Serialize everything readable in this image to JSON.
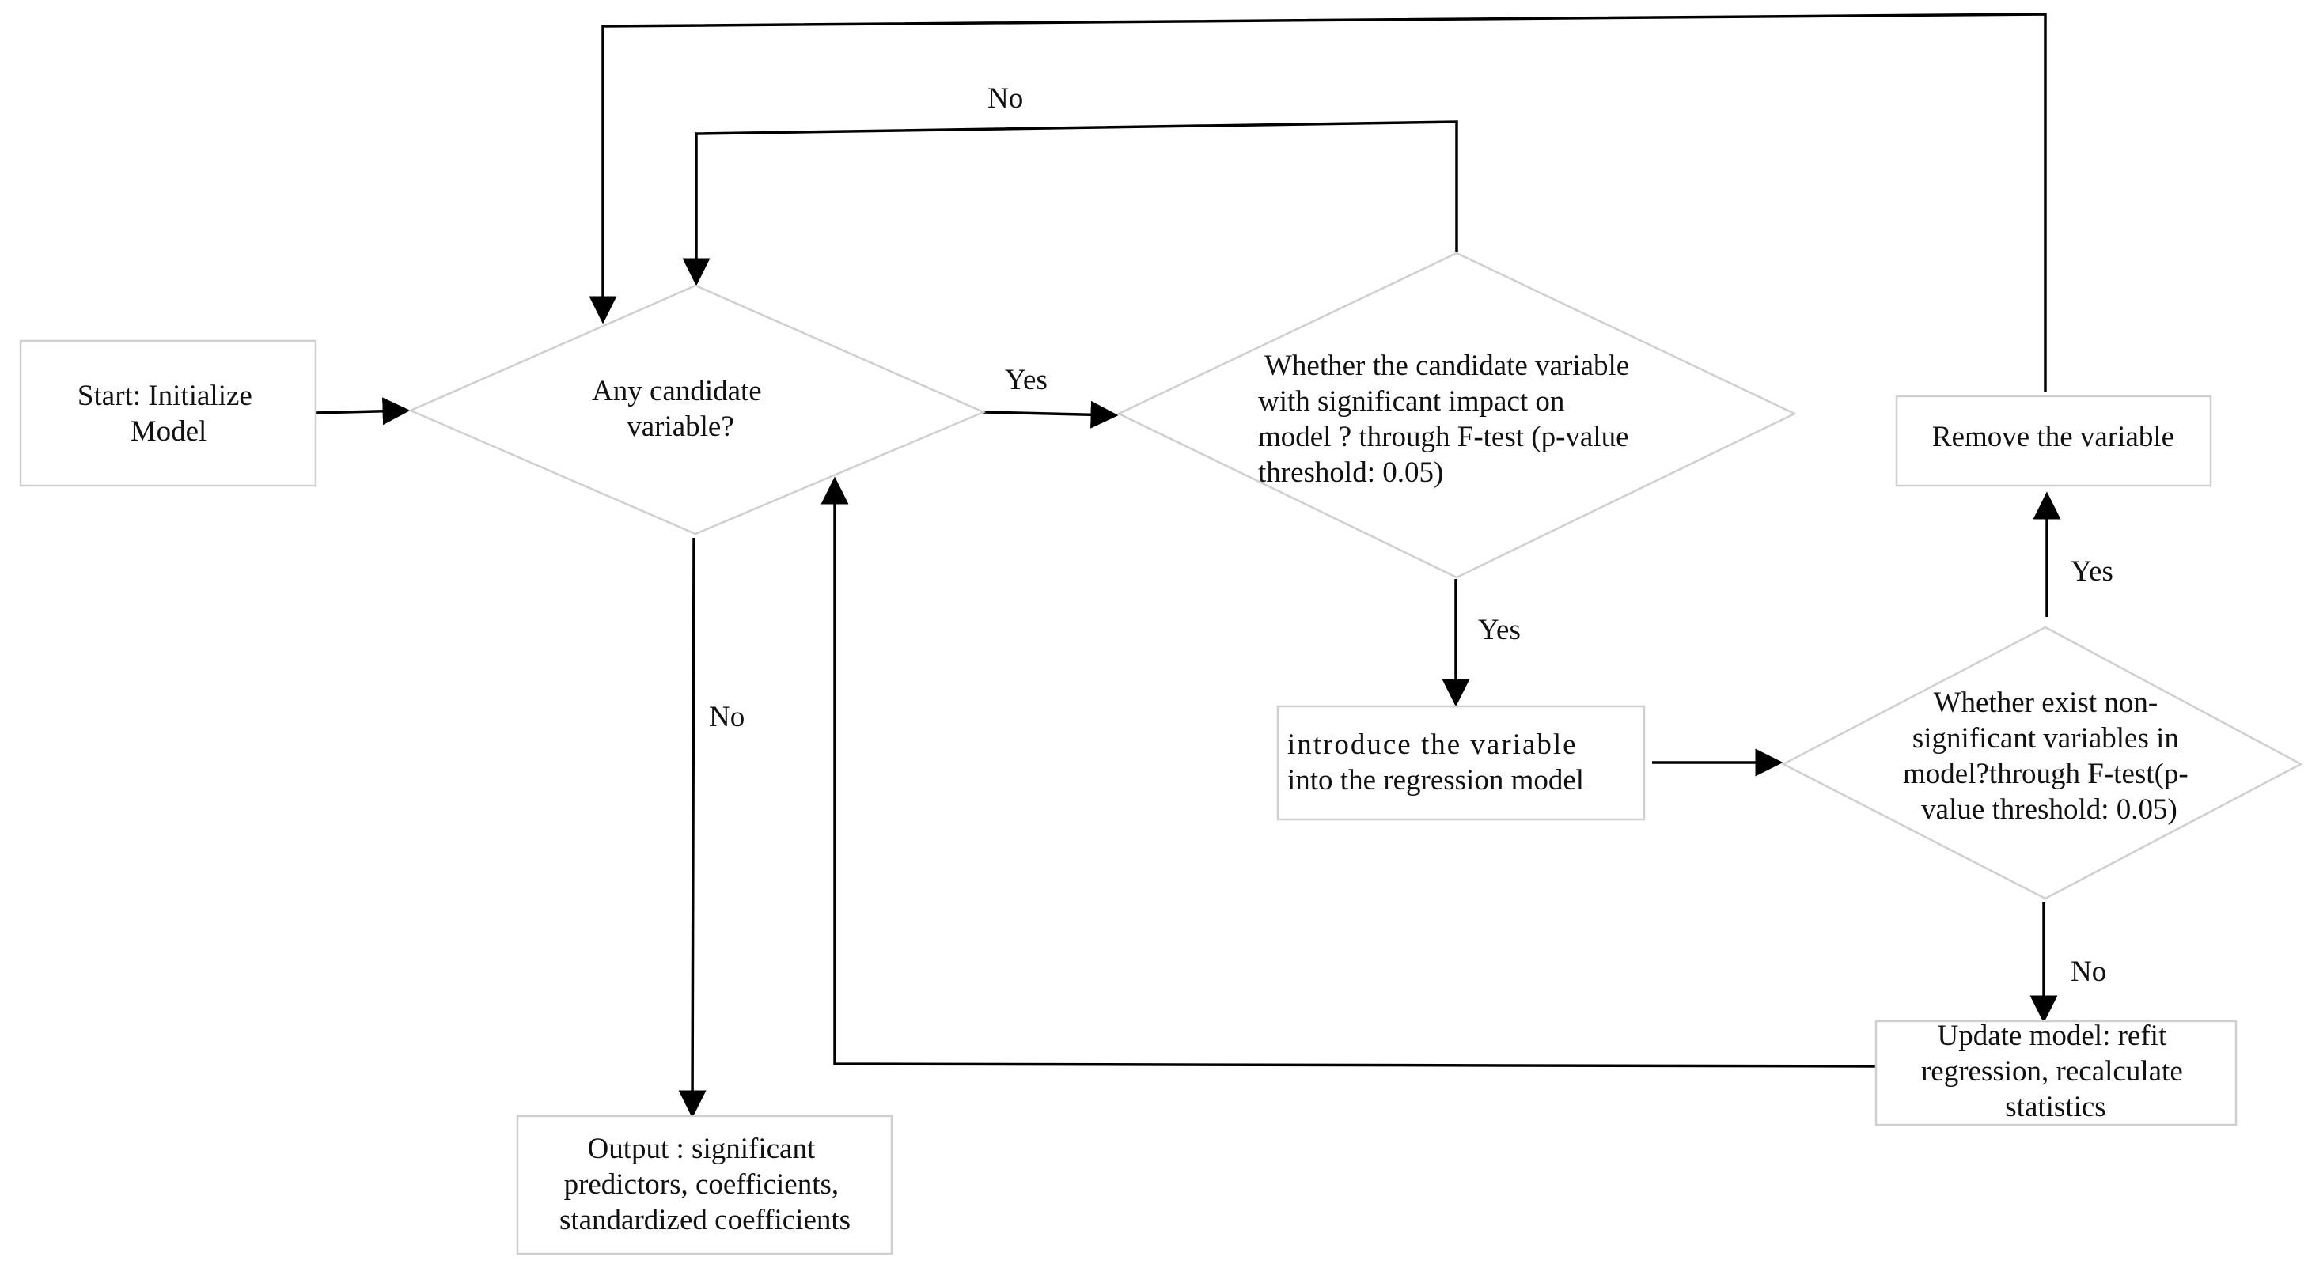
{
  "nodes": {
    "start": {
      "lines": [
        "Start: Initialize",
        "Model"
      ]
    },
    "candidate": {
      "lines": [
        "Any candidate",
        "variable?"
      ]
    },
    "significance": {
      "lines": [
        "Whether the candidate variable",
        "with significant impact on",
        "model ? through F-test (p-value",
        "threshold: 0.05)"
      ]
    },
    "introduce": {
      "lines": [
        "introduce the variable",
        "into the regression model"
      ]
    },
    "nonsig": {
      "lines": [
        "Whether exist  non-",
        "significant variables in",
        "model?through F-test(p-",
        "value threshold: 0.05)"
      ]
    },
    "remove": {
      "lines": [
        "Remove the variable"
      ]
    },
    "update": {
      "lines": [
        "Update model: refit",
        "regression, recalculate",
        "statistics"
      ]
    },
    "output": {
      "lines": [
        "Output : significant",
        "predictors, coefficients,",
        "standardized coefficients"
      ]
    }
  },
  "edge_labels": {
    "candidate_yes": "Yes",
    "candidate_no": "No",
    "significance_yes": "Yes",
    "significance_no": "No",
    "nonsig_yes": "Yes",
    "nonsig_no": "No"
  },
  "colors": {
    "box_border": "#cfcfcf",
    "line": "#000000",
    "text": "#111111"
  }
}
